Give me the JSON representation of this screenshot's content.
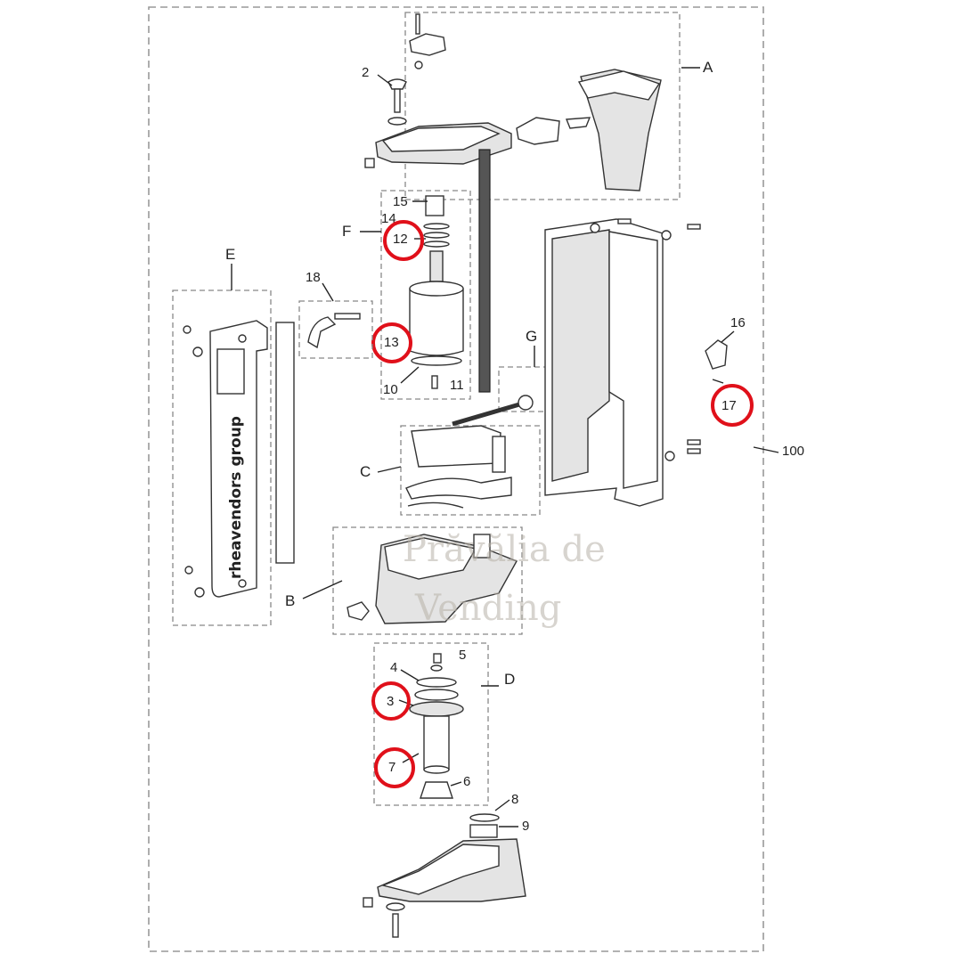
{
  "labels": {
    "group_a": "A",
    "group_b": "B",
    "group_c": "C",
    "group_d": "D",
    "group_e": "E",
    "group_f": "F",
    "group_g": "G",
    "part_2": "2",
    "part_3": "3",
    "part_4": "4",
    "part_5": "5",
    "part_6": "6",
    "part_7": "7",
    "part_8": "8",
    "part_9": "9",
    "part_10": "10",
    "part_11": "11",
    "part_12": "12",
    "part_13": "13",
    "part_14": "14",
    "part_15": "15",
    "part_16": "16",
    "part_17": "17",
    "part_18": "18",
    "part_100": "100"
  },
  "highlighted_parts": [
    "12",
    "13",
    "17",
    "3",
    "7"
  ],
  "highlight_color": "#e0101a",
  "brand_text": "rheavendors group",
  "watermark": {
    "line1": "Prăvălia de",
    "line2": "Vending"
  }
}
